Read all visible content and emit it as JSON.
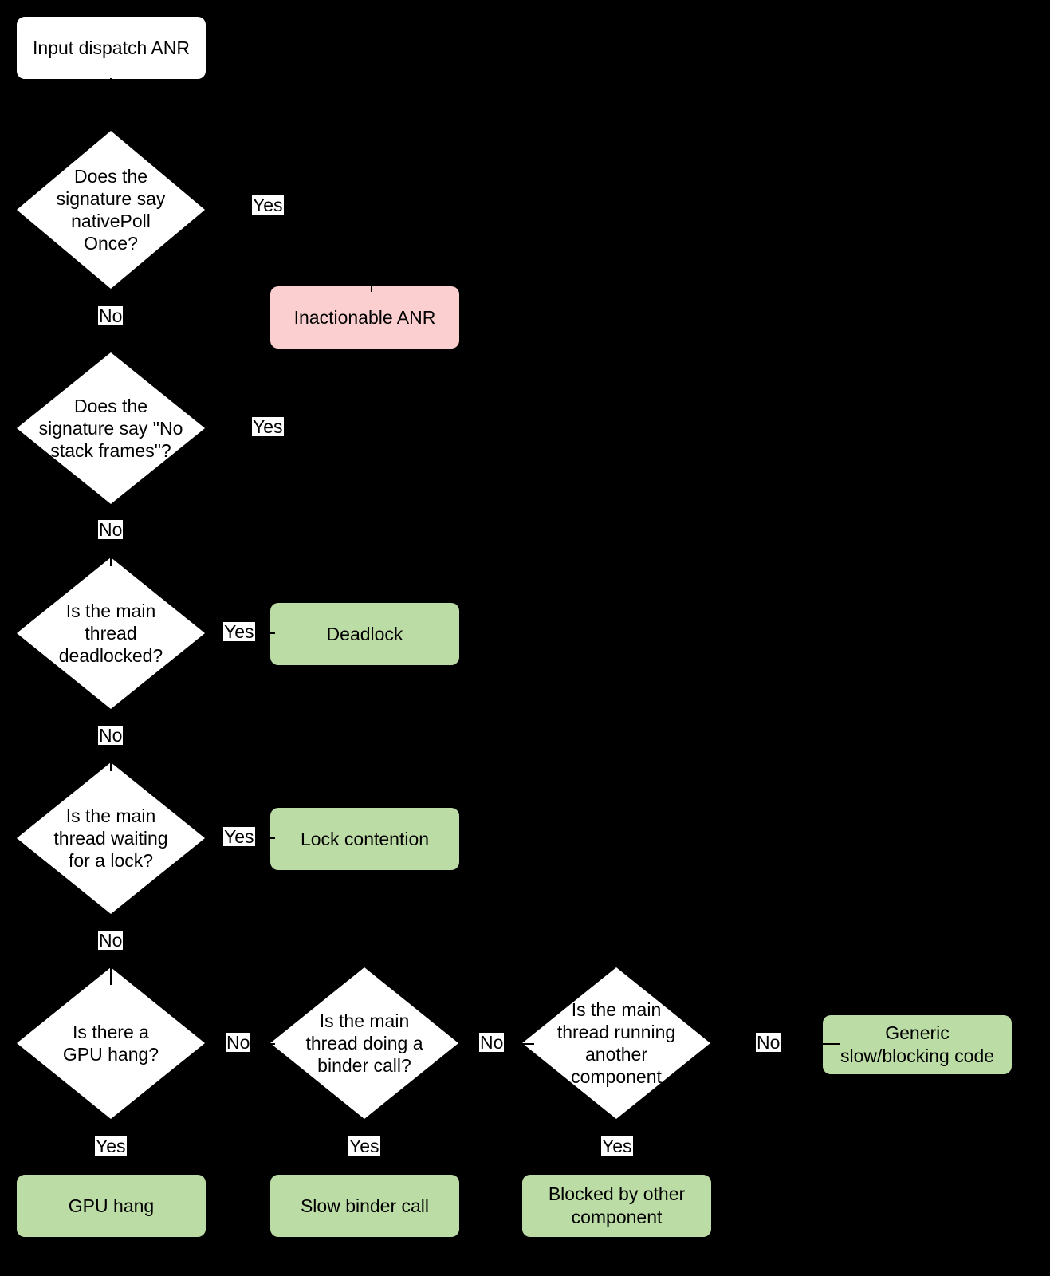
{
  "diagram": {
    "type": "flowchart",
    "title": "Input dispatch ANR triage flowchart",
    "background_color": "#000000",
    "colors": {
      "decision_fill": "#ffffff",
      "terminal_inactionable_fill": "#fbcfcf",
      "terminal_actionable_fill": "#bcdca5",
      "text": "#000000",
      "edge": "#000000"
    }
  },
  "nodes": {
    "start": {
      "label": "Input dispatch ANR",
      "shape": "rounded-rect",
      "fill": "#ffffff"
    },
    "q_nativepollonce": {
      "label": "Does the\nsignature say\nnativePoll\nOnce?",
      "shape": "diamond",
      "fill": "#ffffff"
    },
    "inactionable_anr": {
      "label": "Inactionable ANR",
      "shape": "rounded-rect",
      "fill": "#fbcfcf"
    },
    "q_no_stack_frames": {
      "label": "Does the\nsignature say \"No\nstack frames\"?",
      "shape": "diamond",
      "fill": "#ffffff"
    },
    "q_deadlocked": {
      "label": "Is the main\nthread\ndeadlocked?",
      "shape": "diamond",
      "fill": "#ffffff"
    },
    "deadlock": {
      "label": "Deadlock",
      "shape": "rounded-rect",
      "fill": "#bcdca5"
    },
    "q_waiting_lock": {
      "label": "Is the main\nthread waiting\nfor a lock?",
      "shape": "diamond",
      "fill": "#ffffff"
    },
    "lock_contention": {
      "label": "Lock contention",
      "shape": "rounded-rect",
      "fill": "#bcdca5"
    },
    "q_gpu_hang": {
      "label": "Is there a\nGPU hang?",
      "shape": "diamond",
      "fill": "#ffffff"
    },
    "gpu_hang": {
      "label": "GPU hang",
      "shape": "rounded-rect",
      "fill": "#bcdca5"
    },
    "q_binder_call": {
      "label": "Is the main\nthread doing a\nbinder call?",
      "shape": "diamond",
      "fill": "#ffffff"
    },
    "slow_binder_call": {
      "label": "Slow binder call",
      "shape": "rounded-rect",
      "fill": "#bcdca5"
    },
    "q_other_component": {
      "label": "Is the main\nthread running\nanother\ncomponent",
      "shape": "diamond",
      "fill": "#ffffff"
    },
    "blocked_by_other_component": {
      "label": "Blocked by other\ncomponent",
      "shape": "rounded-rect",
      "fill": "#bcdca5"
    },
    "generic_slow_blocking_code": {
      "label": "Generic\nslow/blocking code",
      "shape": "rounded-rect",
      "fill": "#bcdca5"
    }
  },
  "edge_labels": {
    "nativepollonce_yes": "Yes",
    "nativepollonce_no": "No",
    "no_stack_frames_yes": "Yes",
    "no_stack_frames_no": "No",
    "deadlocked_yes": "Yes",
    "deadlocked_no": "No",
    "waiting_lock_yes": "Yes",
    "waiting_lock_no": "No",
    "gpu_hang_no": "No",
    "gpu_hang_yes": "Yes",
    "binder_call_no": "No",
    "binder_call_yes": "Yes",
    "other_component_no": "No",
    "other_component_yes": "Yes"
  }
}
